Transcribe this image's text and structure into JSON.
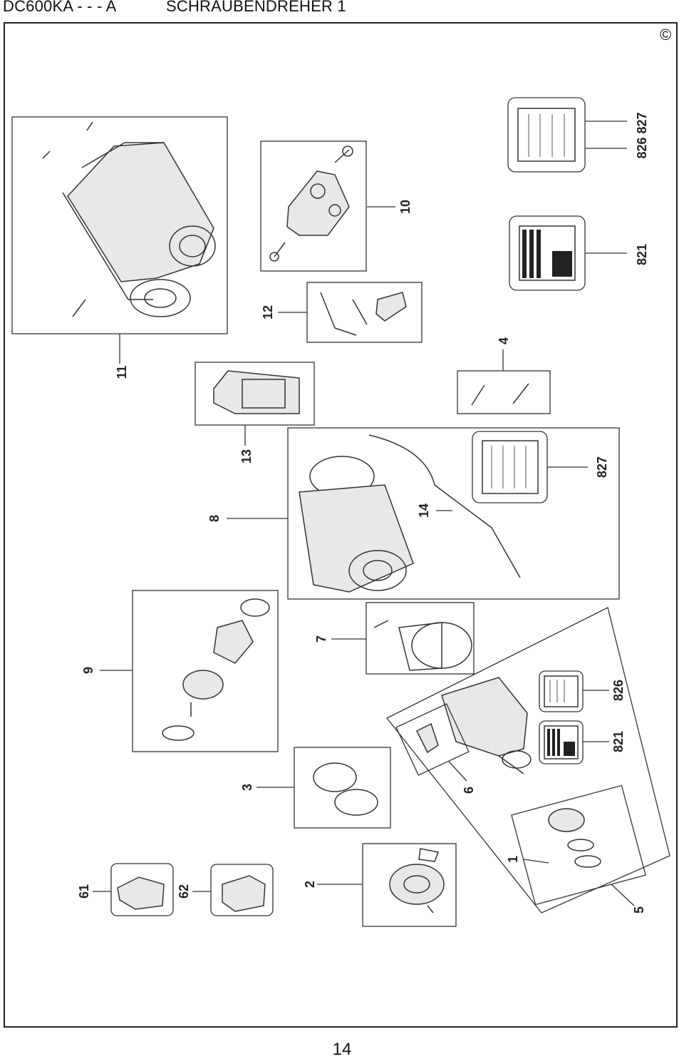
{
  "header": {
    "model_code": "DC600KA - - - A",
    "title": "SCHRAUBENDREHER 1"
  },
  "copyright_symbol": "©",
  "page_number": "14",
  "callouts": {
    "c11": "11",
    "c12": "12",
    "c10": "10",
    "c826_827_top": "826 827",
    "c821_top": "821",
    "c4": "4",
    "c13": "13",
    "c8": "8",
    "c14": "14",
    "c827": "827",
    "c9": "9",
    "c7": "7",
    "c826": "826",
    "c821": "821",
    "c6": "6",
    "c3": "3",
    "c1": "1",
    "c2": "2",
    "c5": "5",
    "c61": "61",
    "c62": "62"
  }
}
